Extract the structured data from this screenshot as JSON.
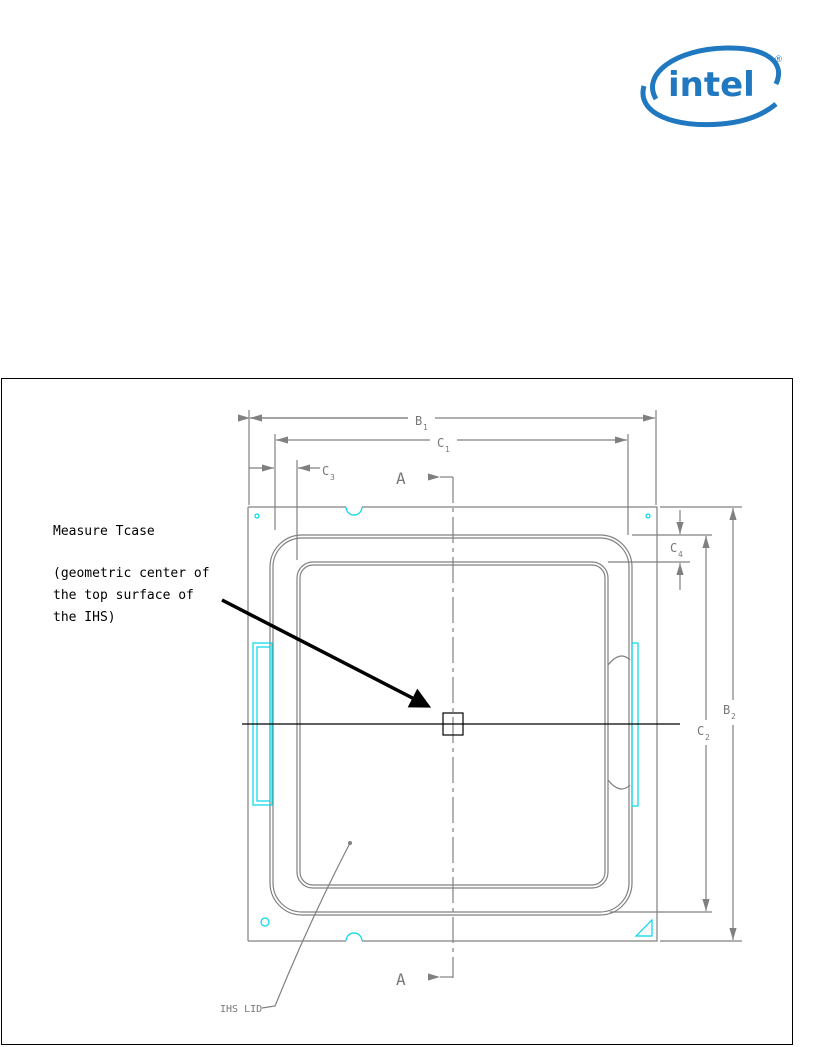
{
  "logo": {
    "text": "intel",
    "registered": "®",
    "color": "#1f78c0"
  },
  "annotation": {
    "title": "Measure Tcase",
    "lines": [
      "(geometric center of",
      "the top surface of",
      "the IHS)"
    ]
  },
  "dimensions": {
    "b1": "B",
    "b1_sub": "1",
    "c1": "C",
    "c1_sub": "1",
    "c3": "C",
    "c3_sub": "3",
    "c4": "C",
    "c4_sub": "4",
    "c2": "C",
    "c2_sub": "2",
    "b2": "B",
    "b2_sub": "2"
  },
  "section_marks": {
    "top": "A",
    "bottom": "A"
  },
  "callout": {
    "ihs_lid": "IHS LID"
  },
  "colors": {
    "line": "#808080",
    "feature": "#00d8e8",
    "arrow": "#000000"
  }
}
